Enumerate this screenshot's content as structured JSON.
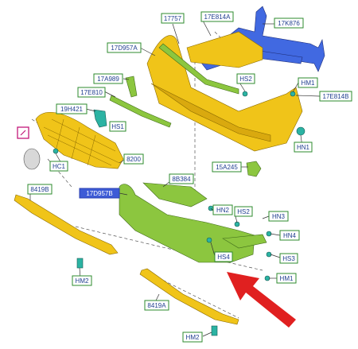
{
  "labels": {
    "l17757": "17757",
    "l17E814A": "17E814A",
    "l17K876": "17K876",
    "l17D957A": "17D957A",
    "l17A989": "17A989",
    "lHS2a": "HS2",
    "lHM1a": "HM1",
    "l17E810": "17E810",
    "l17E814B": "17E814B",
    "l19H421": "19H421",
    "lHS1": "HS1",
    "lHN1": "HN1",
    "lHC1": "HC1",
    "l8200": "8200",
    "l15A245": "15A245",
    "l8419B": "8419B",
    "l17D957B": "17D957B",
    "l8B384": "8B384",
    "lHN2": "HN2",
    "lHS2b": "HS2",
    "lHN3": "HN3",
    "lHN4": "HN4",
    "lHS4": "HS4",
    "lHS3": "HS3",
    "lHM1b": "HM1",
    "lHM2a": "HM2",
    "l8419A": "8419A",
    "lHM2b": "HM2"
  },
  "highlight_color": "#3d5bd6",
  "label_border_color": "#2e8b2e",
  "callout_arrow_color": "#e02020"
}
